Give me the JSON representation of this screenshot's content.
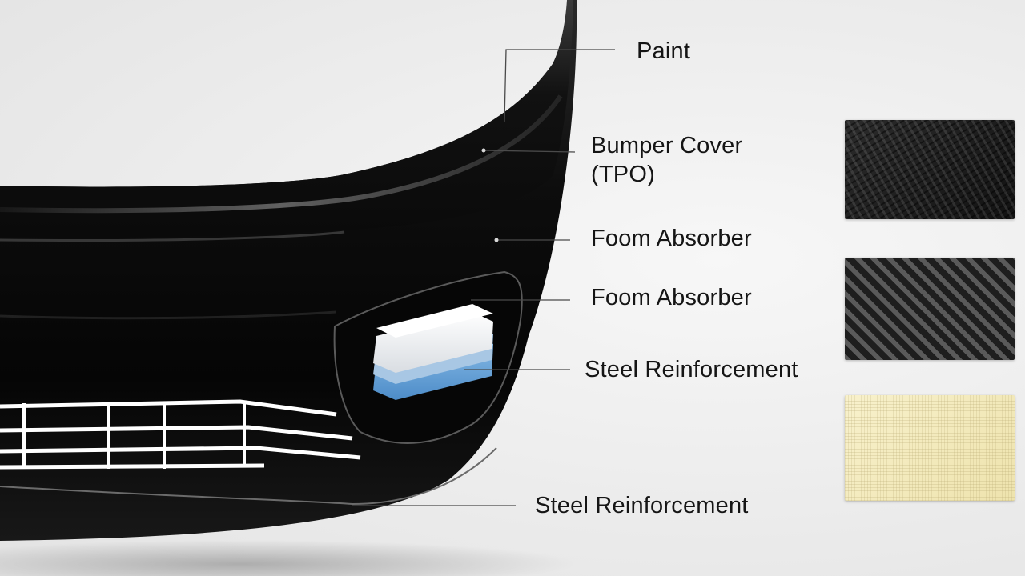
{
  "labels": {
    "paint": "Paint",
    "bumper_cover": "Bumper Cover (TPO)",
    "foam_absorber_1": "Foom Absorber",
    "foam_absorber_2": "Foom Absorber",
    "steel_reinforcement_1": "Steel Reinforcement",
    "steel_reinforcement_2": "Steel Reinforcement"
  },
  "swatches": [
    {
      "name": "carbon-fiber-fine",
      "color": "#1b1b1b"
    },
    {
      "name": "carbon-fiber-twill",
      "color": "#2a2a2a"
    },
    {
      "name": "cream-fabric",
      "color": "#f3ebbd"
    }
  ],
  "colors": {
    "bumper": "#0b0b0b",
    "background": "#efefef",
    "foam_white": "#f2f2f2",
    "foam_blue": "#6fa8dc"
  }
}
